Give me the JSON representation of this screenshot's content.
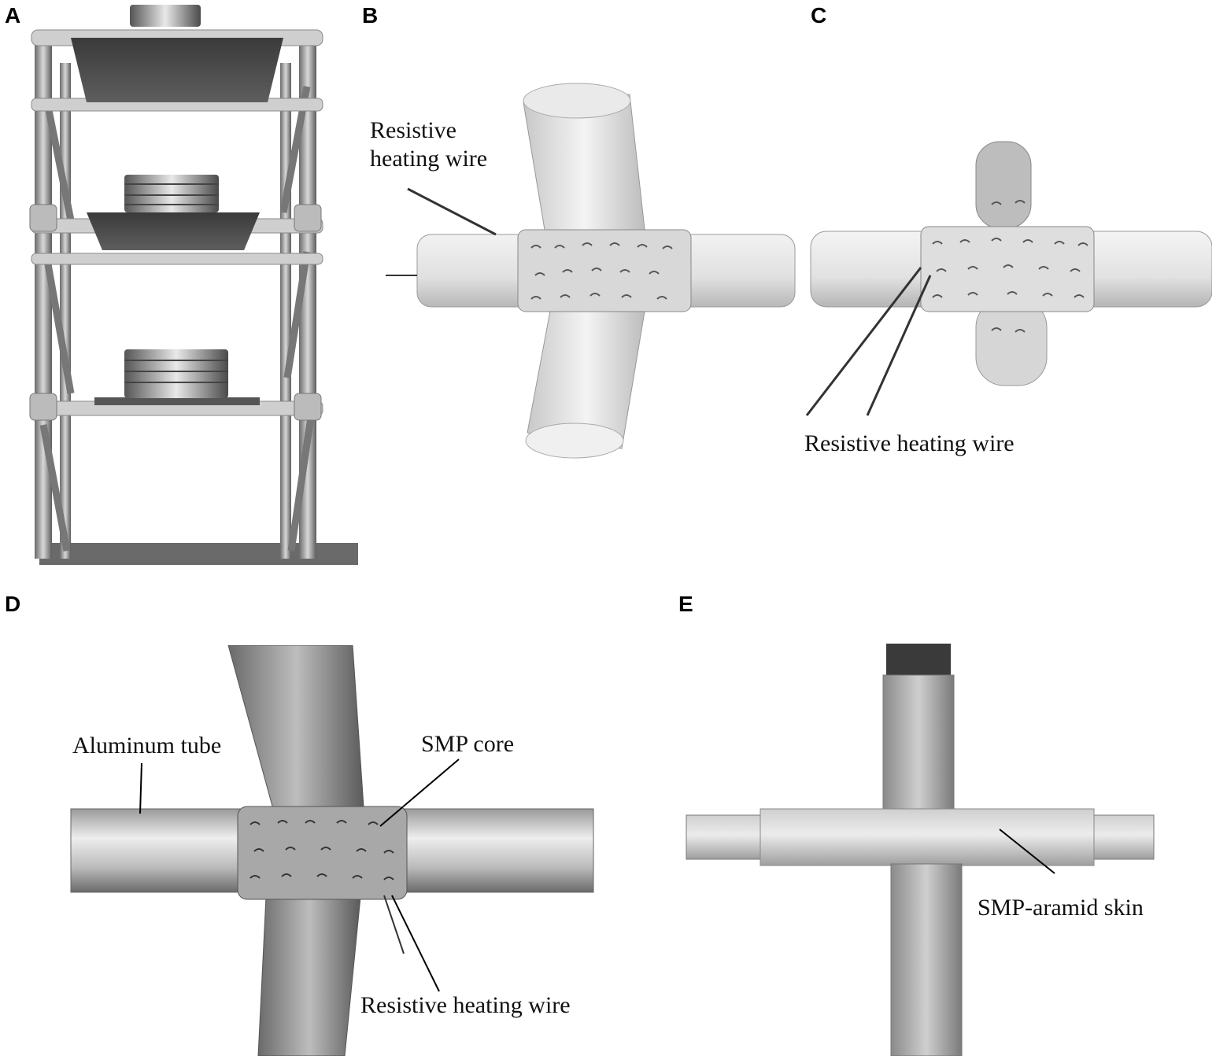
{
  "panels": {
    "a": {
      "letter": "A"
    },
    "b": {
      "letter": "B",
      "label_line1": "Resistive",
      "label_line2": "heating wire"
    },
    "c": {
      "letter": "C",
      "label": "Resistive heating wire"
    },
    "d": {
      "letter": "D",
      "label_tube": "Aluminum tube",
      "label_core": "SMP core",
      "label_wire": "Resistive heating wire"
    },
    "e": {
      "letter": "E",
      "label_skin": "SMP-aramid skin"
    }
  }
}
